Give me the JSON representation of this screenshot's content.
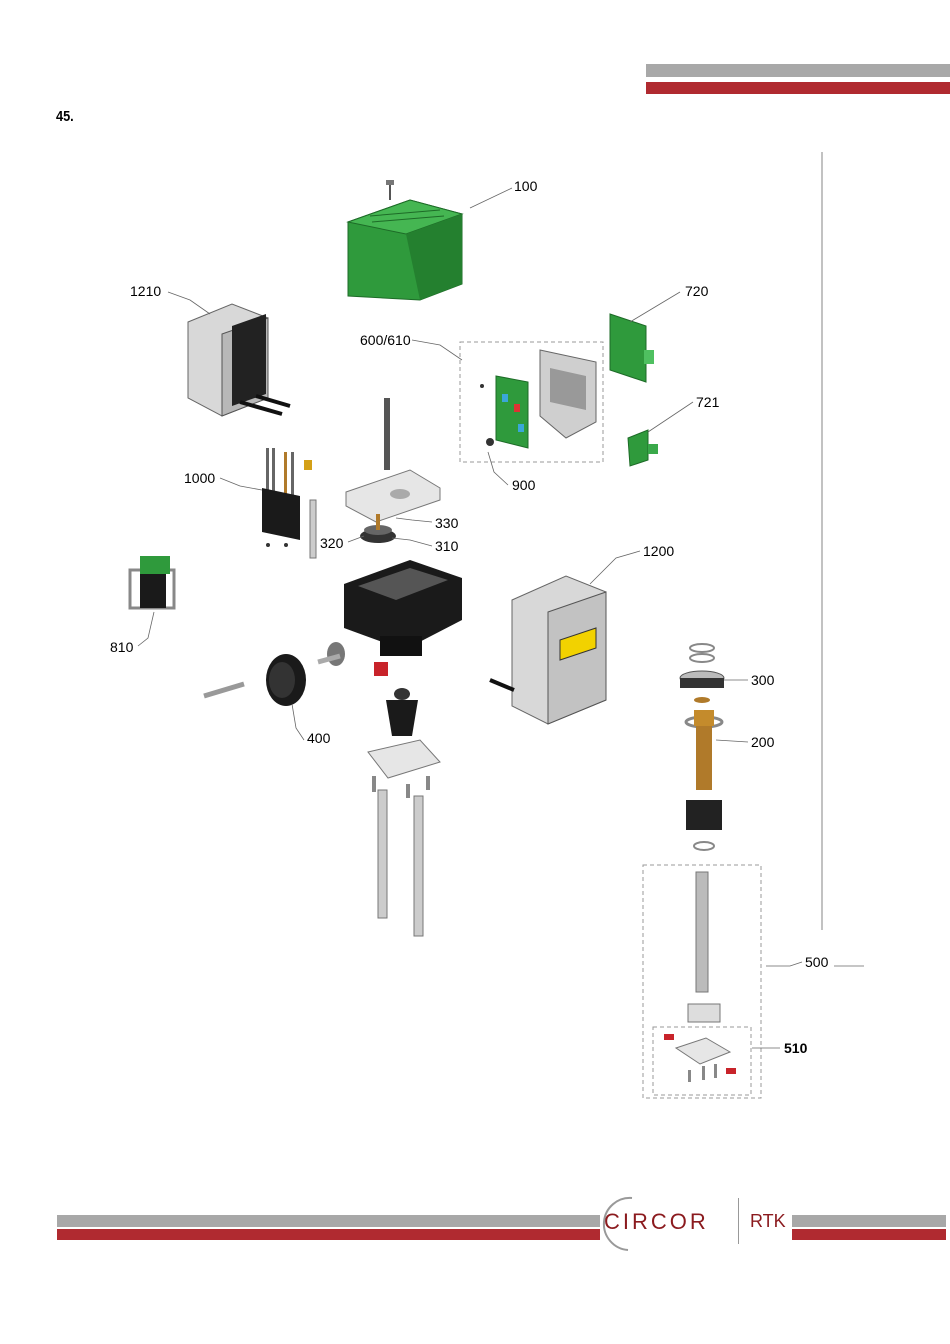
{
  "page": {
    "section_number": "45."
  },
  "colors": {
    "brand_red": "#b02a30",
    "bar_gray": "#a8a8a8",
    "green_part": "#2f9a3c"
  },
  "labels": {
    "l100": "100",
    "l1210": "1210",
    "l720": "720",
    "l600": "600/610",
    "l721": "721",
    "l1000": "1000",
    "l900": "900",
    "l330": "330",
    "l320": "320",
    "l310": "310",
    "l1200": "1200",
    "l810": "810",
    "l300": "300",
    "l400": "400",
    "l200": "200",
    "l500": "500",
    "l510": "510"
  },
  "footer": {
    "brand": "CIRCOR",
    "division": "RTK"
  }
}
